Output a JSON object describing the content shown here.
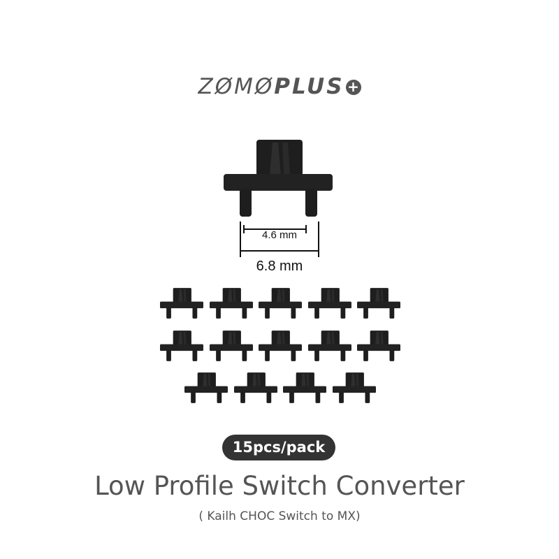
{
  "brand": {
    "logo_light": "ZØMØ",
    "logo_bold": "PLUS",
    "logo_plus": "+"
  },
  "dimensions": {
    "inner": "4.6 mm",
    "outer": "6.8 mm"
  },
  "product": {
    "quantity_badge": "15pcs/pack",
    "title": "Low Profile Switch Converter",
    "subtitle": "( Kailh CHOC Switch to MX)",
    "piece_count": 15
  },
  "colors": {
    "part": "#1e1e1e",
    "text": "#555555",
    "badge": "#333333"
  }
}
